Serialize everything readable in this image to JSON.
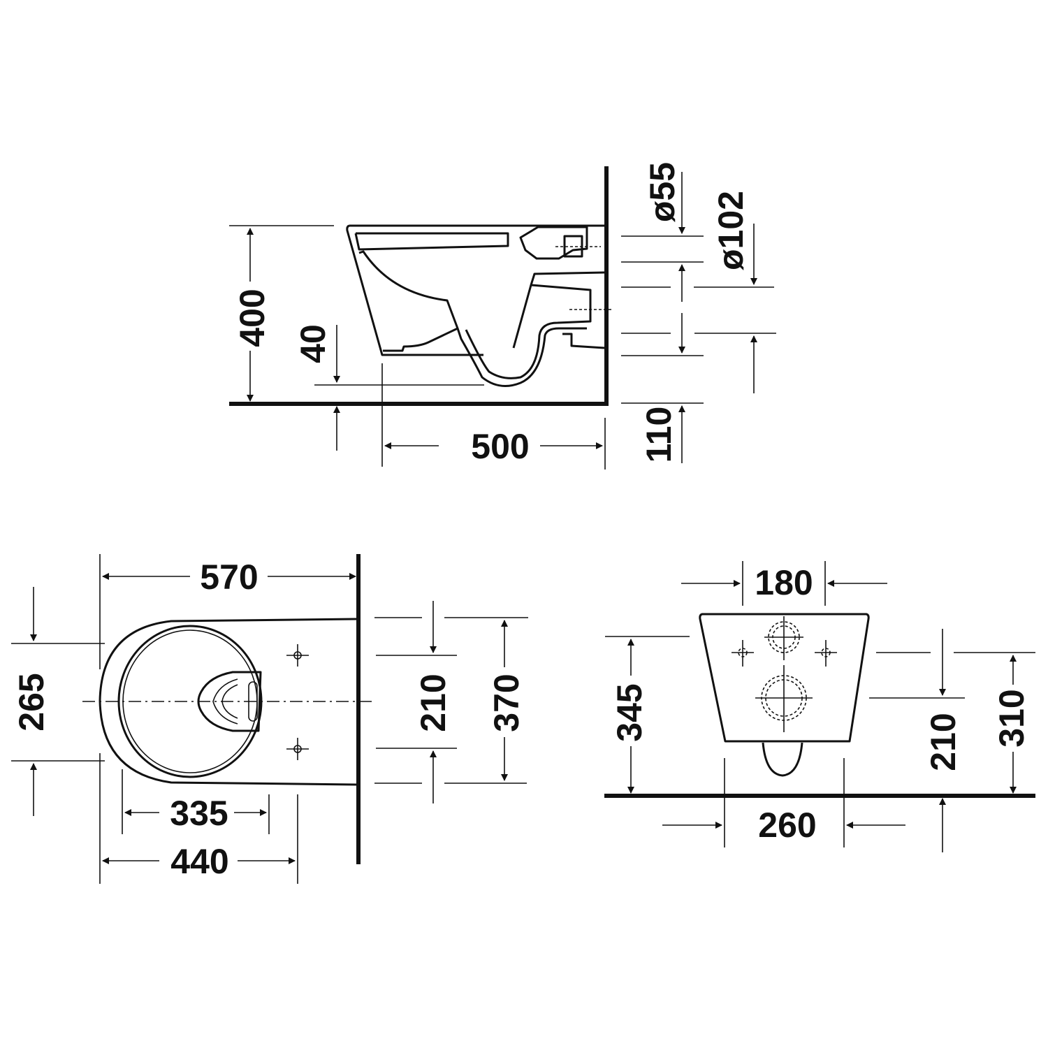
{
  "drawing": {
    "subject": "Wall-hung toilet dimension drawing",
    "units": "mm",
    "colors": {
      "line": "#111111",
      "background": "#ffffff"
    }
  },
  "side_view": {
    "height_to_rim": "400",
    "underside_clearance": "40",
    "projection": "500",
    "inlet_diameter": "ø55",
    "outlet_diameter": "ø102",
    "outlet_height": "110"
  },
  "top_view": {
    "total_length": "570",
    "seat_width": "265",
    "bowl_length": "335",
    "body_length": "440",
    "fixing_spacing": "210",
    "total_width": "370"
  },
  "rear_view": {
    "top_width": "180",
    "bottom_width": "260",
    "fixing_height": "345",
    "fixing_offset": "210",
    "outlet_center_height": "310"
  }
}
